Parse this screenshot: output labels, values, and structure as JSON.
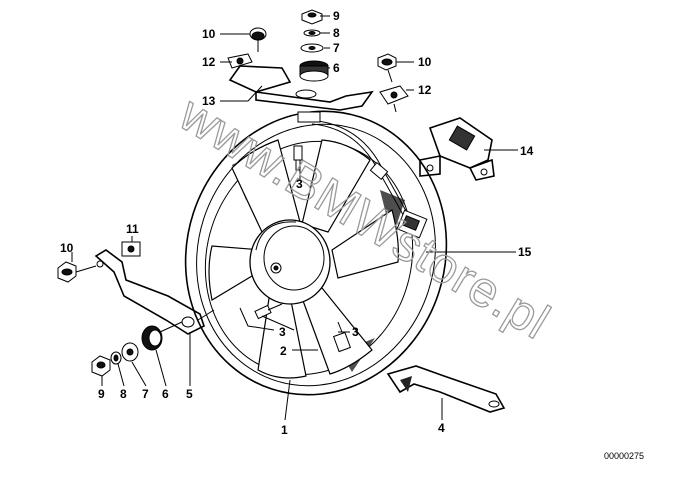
{
  "diagram": {
    "drawing_number": "00000275",
    "watermark": "www.BMWstore.pl",
    "parts": [
      {
        "key": "p10a",
        "label": "10",
        "part": "bolt"
      },
      {
        "key": "p12a",
        "label": "12",
        "part": "clip-nut"
      },
      {
        "key": "p13",
        "label": "13",
        "part": "upper-bracket"
      },
      {
        "key": "p9a",
        "label": "9",
        "part": "nut"
      },
      {
        "key": "p8a",
        "label": "8",
        "part": "spring-washer"
      },
      {
        "key": "p7a",
        "label": "7",
        "part": "washer"
      },
      {
        "key": "p6a",
        "label": "6",
        "part": "rubber-mount"
      },
      {
        "key": "p10b",
        "label": "10",
        "part": "bolt"
      },
      {
        "key": "p12b",
        "label": "12",
        "part": "clip-nut"
      },
      {
        "key": "p14",
        "label": "14",
        "part": "relay-holder"
      },
      {
        "key": "p15",
        "label": "15",
        "part": "fan-shroud"
      },
      {
        "key": "p3a",
        "label": "3",
        "part": "screw"
      },
      {
        "key": "p11",
        "label": "11",
        "part": "clip-nut"
      },
      {
        "key": "p10c",
        "label": "10",
        "part": "bolt"
      },
      {
        "key": "p3b",
        "label": "3",
        "part": "screw"
      },
      {
        "key": "p2",
        "label": "2",
        "part": "fan-motor"
      },
      {
        "key": "p3c",
        "label": "3",
        "part": "screw"
      },
      {
        "key": "p9b",
        "label": "9",
        "part": "nut"
      },
      {
        "key": "p8b",
        "label": "8",
        "part": "spring-washer"
      },
      {
        "key": "p7b",
        "label": "7",
        "part": "washer"
      },
      {
        "key": "p6b",
        "label": "6",
        "part": "rubber-mount"
      },
      {
        "key": "p5",
        "label": "5",
        "part": "left-bracket"
      },
      {
        "key": "p1",
        "label": "1",
        "part": "fan"
      },
      {
        "key": "p4",
        "label": "4",
        "part": "lower-bracket"
      }
    ]
  }
}
